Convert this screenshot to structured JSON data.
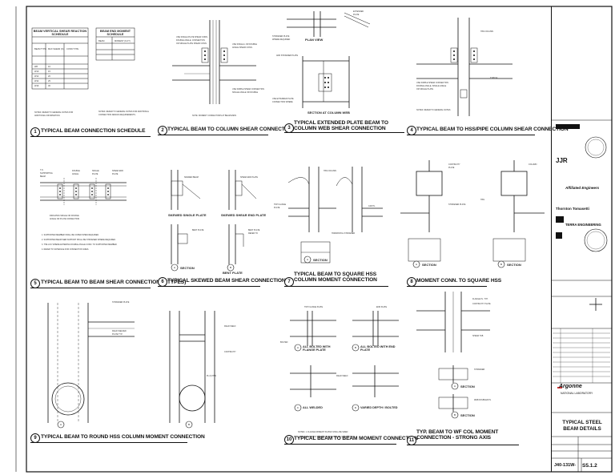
{
  "details": [
    {
      "num": "1",
      "title": "TYPICAL BEAM CONNECTION SCHEDULE"
    },
    {
      "num": "2",
      "title": "TYPICAL BEAM TO COLUMN SHEAR CONNECTION"
    },
    {
      "num": "3",
      "title": "TYPICAL EXTENDED PLATE BEAM TO COLUMN WEB SHEAR CONNECTION"
    },
    {
      "num": "4",
      "title": "TYPICAL BEAM TO HSS/PIPE COLUMN SHEAR CONNECTION"
    },
    {
      "num": "5",
      "title": "TYPICAL BEAM TO BEAM SHEAR CONNECTION (4 TYPES)"
    },
    {
      "num": "6",
      "title": "TYPICAL SKEWED BEAM SHEAR CONNECTION"
    },
    {
      "num": "7",
      "title": "TYPICAL BEAM TO SQUARE HSS COLUMN MOMENT CONNECTION"
    },
    {
      "num": "8",
      "title": "MOMENT CONN. TO SQUARE HSS"
    },
    {
      "num": "9",
      "title": "TYPICAL BEAM TO ROUND HSS COLUMN MOMENT CONNECTION"
    },
    {
      "num": "10",
      "title": "TYPICAL BEAM TO BEAM MOMENT CONNECTION"
    },
    {
      "num": "11",
      "title": "TYP. BEAM TO WF COL MOMENT CONNECTION - STRONG AXIS"
    }
  ],
  "schedule": {
    "shear_title": "BEAM VERTICAL SHEAR REACTION SCHEDULE",
    "moment_title": "BEAM END MOMENT SCHEDULE"
  },
  "sub_labels": {
    "plan_view": "PLAN VIEW",
    "section_col_web": "SECTION AT COLUMN WEB",
    "skewed_single": "SKEWED SINGLE PLATE",
    "skewed_end": "SKEWED SHEAR END PLATE",
    "section": "SECTION",
    "bent_plate": "BENT PLATE",
    "all_bolted_flange": "ALL BOLTED WITH FLANGE PLATE",
    "all_bolted_end": "ALL BOLTED WITH END PLATE",
    "all_welded": "ALL WELDED",
    "varied_depth": "VARIED DEPTH / BOLTED"
  },
  "title_block": {
    "consultants": [
      "JJR",
      "Affiliated Engineers",
      "Thornton Tomasetti",
      "TERRA ENGINEERING"
    ],
    "client": "Argonne",
    "client_sub": "NATIONAL LABORATORY",
    "sheet_title": "TYPICAL STEEL BEAM DETAILS",
    "project_no": "J40-131W-",
    "sheet_no": "S5.1.2"
  }
}
